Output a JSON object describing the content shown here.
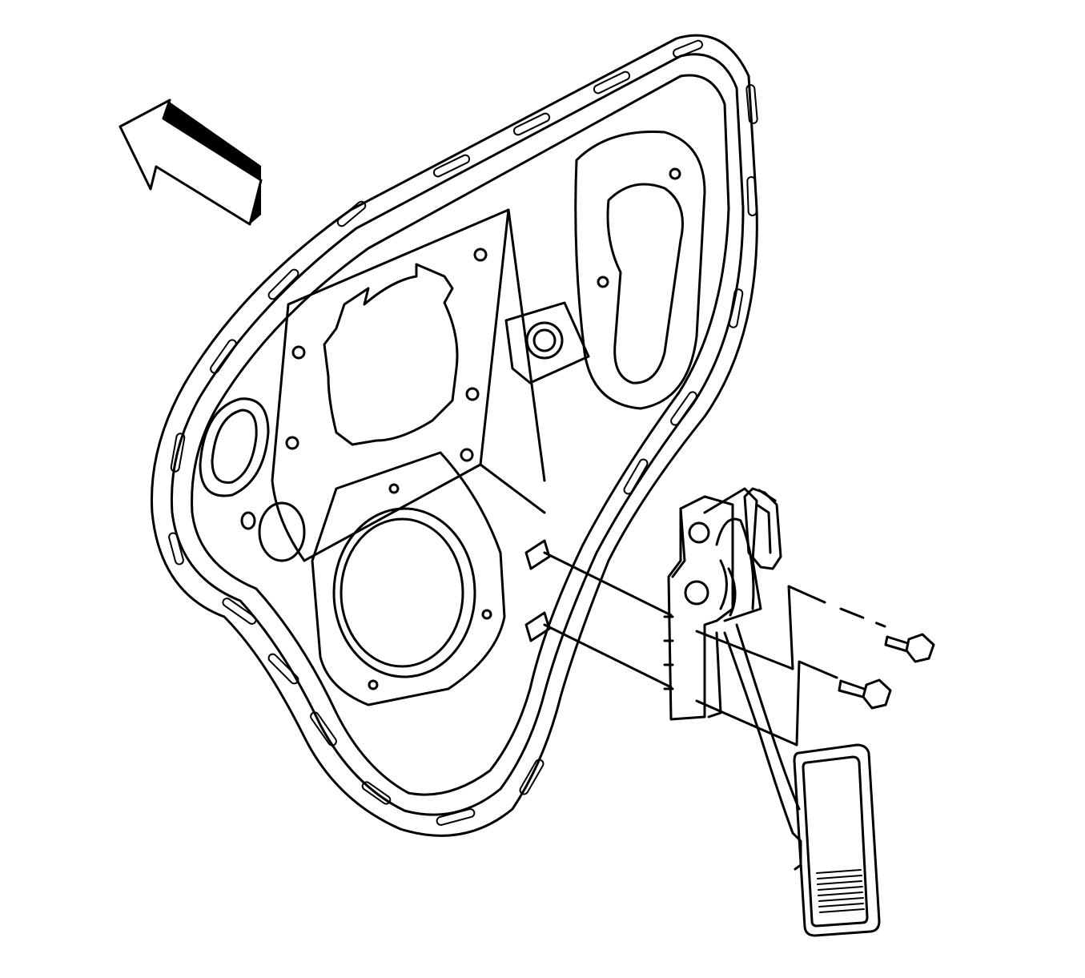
{
  "colors": {
    "line": "#000000",
    "background": "#ffffff"
  },
  "parts": [
    "direction-arrow",
    "dash-panel",
    "pedal-bracket",
    "sensor-connector",
    "mounting-bolt",
    "pedal-pad"
  ]
}
